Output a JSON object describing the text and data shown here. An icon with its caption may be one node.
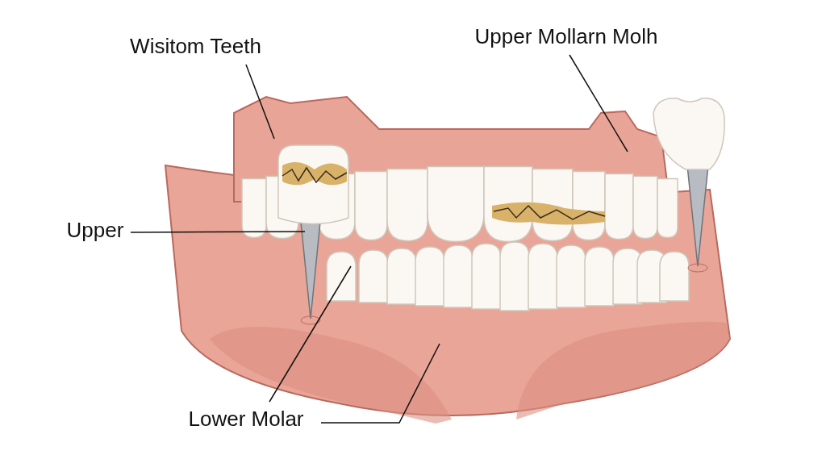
{
  "diagram": {
    "nodes": [
      {
        "text": [
          "Wisitom Teeth"
        ]
      },
      {
        "text": [
          "Upper Mollarn Molh"
        ]
      },
      {
        "text": [
          "Upper"
        ]
      },
      {
        "text": [
          "Lower Molar"
        ]
      }
    ],
    "edges": [
      {
        "from": 0,
        "to": null,
        "arrow": "none"
      },
      {
        "from": 1,
        "to": null,
        "arrow": "none"
      },
      {
        "from": 2,
        "to": null,
        "arrow": "none"
      },
      {
        "from": 3,
        "to": null,
        "arrow": "none"
      },
      {
        "from": 3,
        "to": null,
        "arrow": "none"
      }
    ]
  }
}
